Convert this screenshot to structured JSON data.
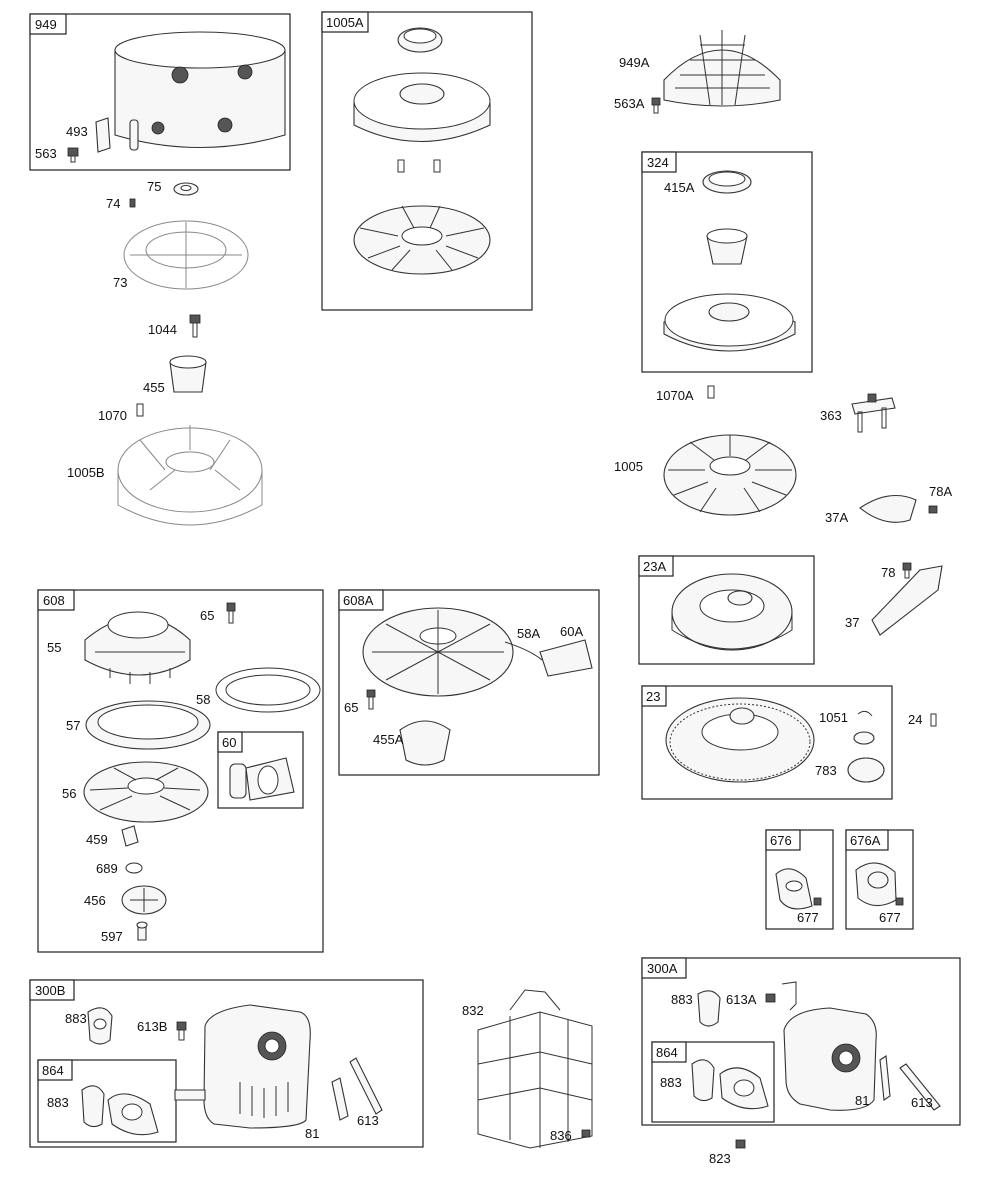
{
  "groups": [
    {
      "id": "949",
      "label": "949"
    },
    {
      "id": "1005A",
      "label": "1005A"
    },
    {
      "id": "324",
      "label": "324"
    },
    {
      "id": "608",
      "label": "608"
    },
    {
      "id": "60",
      "label": "60"
    },
    {
      "id": "608A",
      "label": "608A"
    },
    {
      "id": "23A",
      "label": "23A"
    },
    {
      "id": "23",
      "label": "23"
    },
    {
      "id": "676",
      "label": "676"
    },
    {
      "id": "676A",
      "label": "676A"
    },
    {
      "id": "300B",
      "label": "300B"
    },
    {
      "id": "864a",
      "label": "864"
    },
    {
      "id": "300A",
      "label": "300A"
    },
    {
      "id": "864b",
      "label": "864"
    }
  ],
  "parts": [
    {
      "id": "493",
      "label": "493"
    },
    {
      "id": "563",
      "label": "563"
    },
    {
      "id": "75",
      "label": "75"
    },
    {
      "id": "74",
      "label": "74"
    },
    {
      "id": "73",
      "label": "73"
    },
    {
      "id": "1044",
      "label": "1044"
    },
    {
      "id": "455",
      "label": "455"
    },
    {
      "id": "1070",
      "label": "1070"
    },
    {
      "id": "1005B",
      "label": "1005B"
    },
    {
      "id": "949A",
      "label": "949A"
    },
    {
      "id": "563A",
      "label": "563A"
    },
    {
      "id": "415A",
      "label": "415A"
    },
    {
      "id": "1070A",
      "label": "1070A"
    },
    {
      "id": "363",
      "label": "363"
    },
    {
      "id": "1005",
      "label": "1005"
    },
    {
      "id": "78A",
      "label": "78A"
    },
    {
      "id": "37A",
      "label": "37A"
    },
    {
      "id": "78",
      "label": "78"
    },
    {
      "id": "37",
      "label": "37"
    },
    {
      "id": "65a",
      "label": "65"
    },
    {
      "id": "55",
      "label": "55"
    },
    {
      "id": "58",
      "label": "58"
    },
    {
      "id": "57",
      "label": "57"
    },
    {
      "id": "56",
      "label": "56"
    },
    {
      "id": "459",
      "label": "459"
    },
    {
      "id": "689",
      "label": "689"
    },
    {
      "id": "456",
      "label": "456"
    },
    {
      "id": "597",
      "label": "597"
    },
    {
      "id": "58A",
      "label": "58A"
    },
    {
      "id": "60A",
      "label": "60A"
    },
    {
      "id": "65b",
      "label": "65"
    },
    {
      "id": "455A",
      "label": "455A"
    },
    {
      "id": "1051",
      "label": "1051"
    },
    {
      "id": "24",
      "label": "24"
    },
    {
      "id": "783",
      "label": "783"
    },
    {
      "id": "677a",
      "label": "677"
    },
    {
      "id": "677b",
      "label": "677"
    },
    {
      "id": "883a",
      "label": "883"
    },
    {
      "id": "613B",
      "label": "613B"
    },
    {
      "id": "883b",
      "label": "883"
    },
    {
      "id": "81a",
      "label": "81"
    },
    {
      "id": "613a",
      "label": "613"
    },
    {
      "id": "832",
      "label": "832"
    },
    {
      "id": "836",
      "label": "836"
    },
    {
      "id": "883c",
      "label": "883"
    },
    {
      "id": "613A",
      "label": "613A"
    },
    {
      "id": "883d",
      "label": "883"
    },
    {
      "id": "81b",
      "label": "81"
    },
    {
      "id": "613b",
      "label": "613"
    },
    {
      "id": "823",
      "label": "823"
    }
  ]
}
